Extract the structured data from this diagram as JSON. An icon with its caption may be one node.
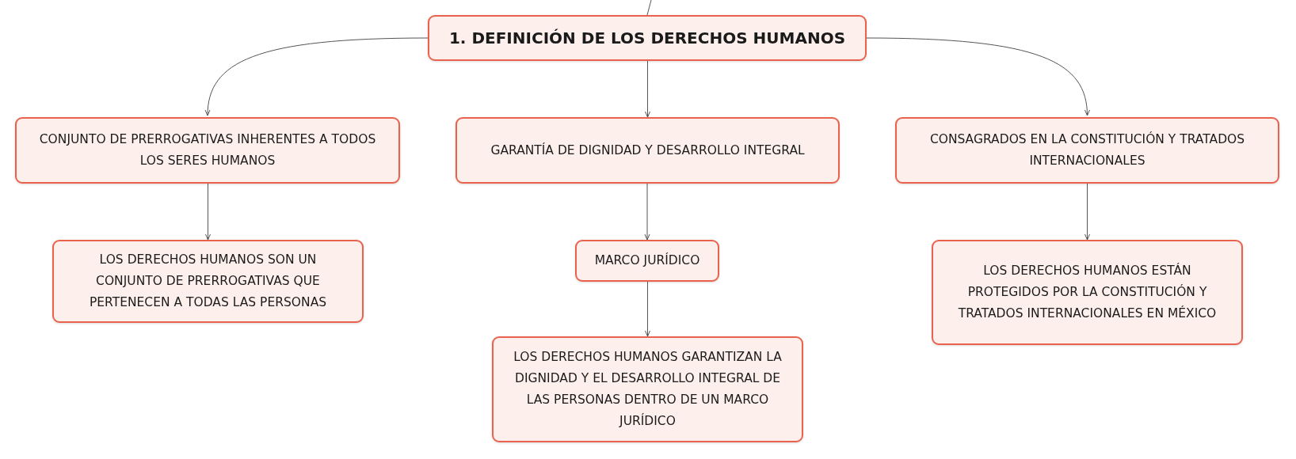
{
  "diagram": {
    "nodes": [
      {
        "text": [
          "1. DEFINICIÓN DE LOS DERECHOS HUMANOS"
        ]
      },
      {
        "text": [
          "CONJUNTO DE PRERROGATIVAS INHERENTES A TODOS LOS SERES HUMANOS"
        ]
      },
      {
        "text": [
          "GARANTÍA DE DIGNIDAD Y DESARROLLO INTEGRAL"
        ]
      },
      {
        "text": [
          "CONSAGRADOS EN LA CONSTITUCIÓN Y TRATADOS INTERNACIONALES"
        ]
      },
      {
        "text": [
          "LOS DERECHOS HUMANOS SON UN CONJUNTO DE PRERROGATIVAS QUE PERTENECEN A TODAS LAS PERSONAS"
        ]
      },
      {
        "text": [
          "MARCO JURÍDICO"
        ]
      },
      {
        "text": [
          "LOS DERECHOS HUMANOS GARANTIZAN LA DIGNIDAD Y EL DESARROLLO INTEGRAL DE LAS PERSONAS DENTRO DE UN MARCO JURÍDICO"
        ]
      },
      {
        "text": [
          "LOS DERECHOS HUMANOS ESTÁN PROTEGIDOS POR LA CONSTITUCIÓN Y TRATADOS INTERNACIONALES EN MÉXICO"
        ]
      }
    ],
    "edges": [
      {
        "from": null,
        "to": 0,
        "arrow": "none"
      },
      {
        "from": 0,
        "to": 1,
        "arrow": "to"
      },
      {
        "from": 0,
        "to": 2,
        "arrow": "to"
      },
      {
        "from": 0,
        "to": 3,
        "arrow": "to"
      },
      {
        "from": 1,
        "to": 4,
        "arrow": "to"
      },
      {
        "from": 2,
        "to": 5,
        "arrow": "to"
      },
      {
        "from": 5,
        "to": 6,
        "arrow": "to"
      },
      {
        "from": 3,
        "to": 7,
        "arrow": "to"
      }
    ]
  }
}
